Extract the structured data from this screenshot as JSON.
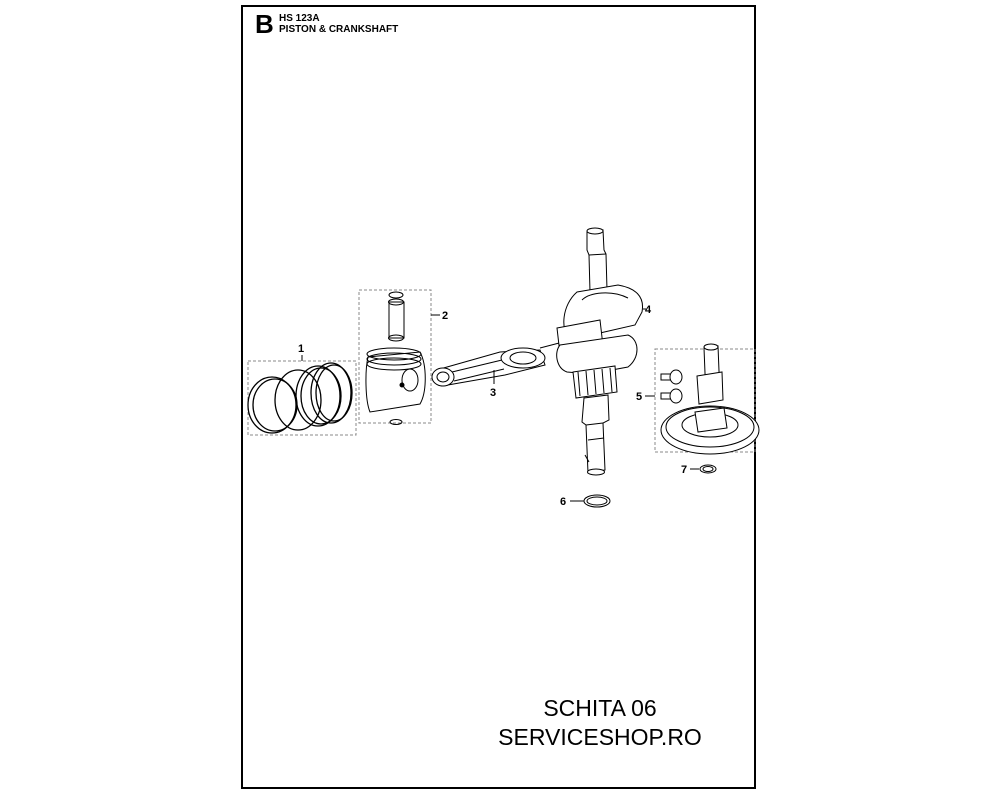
{
  "header": {
    "section_letter": "B",
    "model": "HS 123A",
    "title": "PISTON & CRANKSHAFT"
  },
  "callouts": [
    {
      "number": "1",
      "part": "piston-rings"
    },
    {
      "number": "2",
      "part": "piston-pin-clips"
    },
    {
      "number": "3",
      "part": "connecting-rod"
    },
    {
      "number": "4",
      "part": "crankshaft"
    },
    {
      "number": "5",
      "part": "camshaft"
    },
    {
      "number": "6",
      "part": "crankshaft-washer"
    },
    {
      "number": "7",
      "part": "camshaft-washer"
    }
  ],
  "footer": {
    "sheet_label": "SCHITA 06",
    "shop_name": "SERVICESHOP.RO"
  }
}
